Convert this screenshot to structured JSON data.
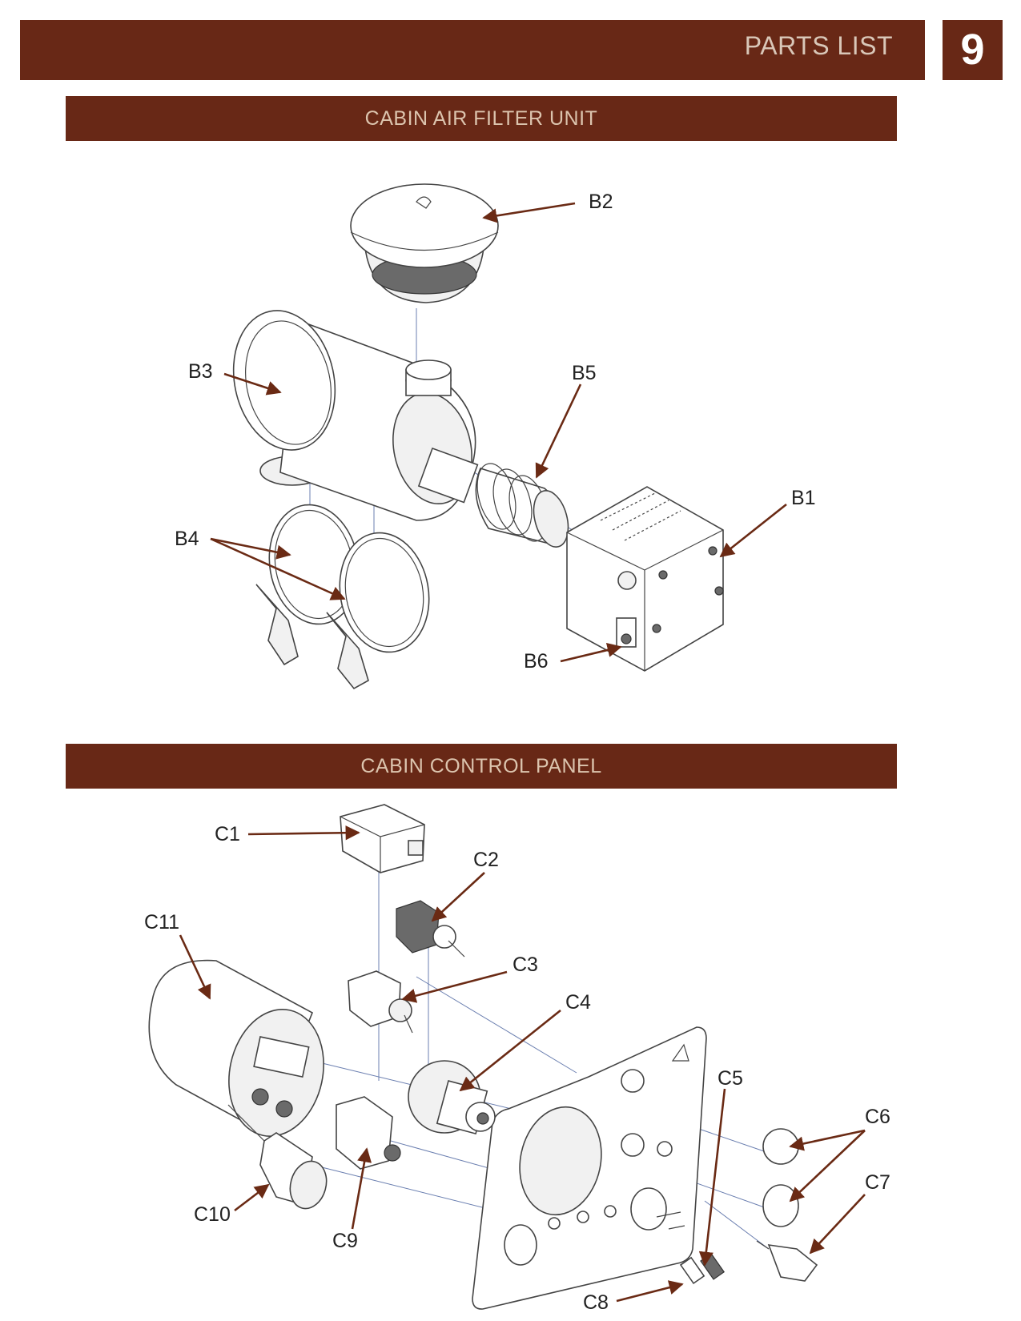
{
  "header": {
    "title": "PARTS LIST",
    "page_number": "9"
  },
  "sections": [
    {
      "title": "CABIN AIR FILTER UNIT",
      "labels": {
        "B1": "B1",
        "B2": "B2",
        "B3": "B3",
        "B4": "B4",
        "B5": "B5",
        "B6": "B6"
      }
    },
    {
      "title": "CABIN CONTROL PANEL",
      "labels": {
        "C1": "C1",
        "C2": "C2",
        "C3": "C3",
        "C4": "C4",
        "C5": "C5",
        "C6": "C6",
        "C7": "C7",
        "C8": "C8",
        "C9": "C9",
        "C10": "C10",
        "C11": "C11"
      }
    }
  ],
  "colors": {
    "brand": "#682816",
    "header_text": "#d9c7b8",
    "arrow": "#6a2a14"
  }
}
